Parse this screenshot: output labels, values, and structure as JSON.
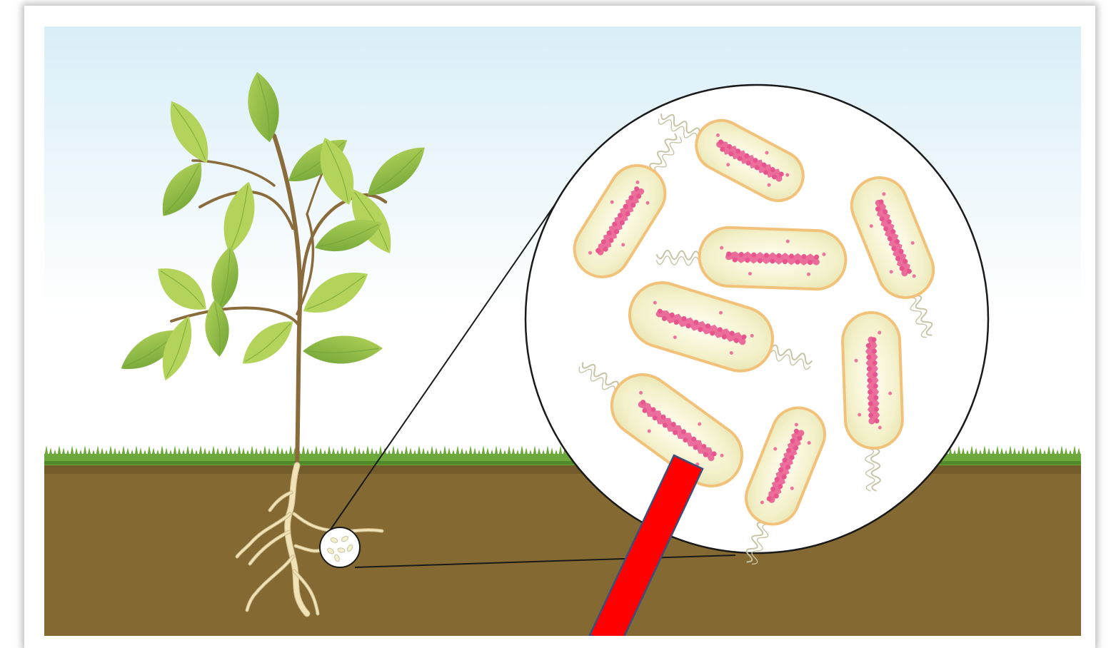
{
  "colors": {
    "sky_top": "#d9eef8",
    "sky_bottom": "#ffffff",
    "grass": "#6da93a",
    "grass_dark": "#4e8a2a",
    "soil": "#846a32",
    "soil_top": "#6d5526",
    "stem": "#8a6b3c",
    "leaf_light": "#b4d35a",
    "leaf_dark": "#6fa336",
    "root": "#f1e3b8",
    "root_outline": "#c9b887",
    "bacterium_fill": "#f4f1cc",
    "bacterium_outline": "#f2c27a",
    "dna": "#e8558e",
    "flagellum": "#c8c3a5",
    "magnifier_outline": "#1a1a1a",
    "pointer_fill": "#ff0000",
    "pointer_outline": "#3b4f7a"
  },
  "icons": {
    "plant": "plant-illustration",
    "root_nodule": "root-nodule-icon",
    "magnifier": "magnified-view-circle",
    "bacterium": "rod-shaped-bacterium-icon",
    "pointer": "red-arrow-pointer"
  },
  "bacteria_count": 8
}
